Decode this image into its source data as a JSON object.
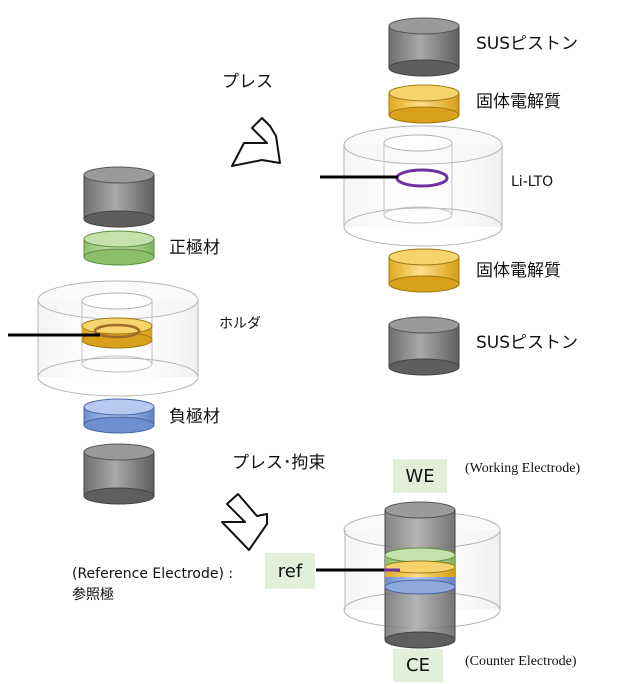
{
  "labels": {
    "sus_piston_top": "SUSピストン",
    "solid_electrolyte_top": "固体電解質",
    "press": "プレス",
    "li_lto": "Li-LTO",
    "solid_electrolyte_bottom": "固体電解質",
    "sus_piston_bottom": "SUSピストン",
    "positive_material": "正極材",
    "holder": "ホルダ",
    "negative_material": "負極材",
    "press_restraint": "プレス･拘束",
    "we": "WE",
    "we_desc": "(Working Electrode)",
    "ref": "ref",
    "ref_desc": "(Reference Electrode) :",
    "ref_jp": "参照極",
    "ce": "CE",
    "ce_desc": "(Counter Electrode)"
  },
  "colors": {
    "gray_part": "#8c8c8c",
    "gold_part": "#f2c744",
    "green_part": "#a9d18e",
    "blue_part": "#8faadc",
    "purple_ring": "#7030a0",
    "label_bg": "#e2efd9"
  }
}
